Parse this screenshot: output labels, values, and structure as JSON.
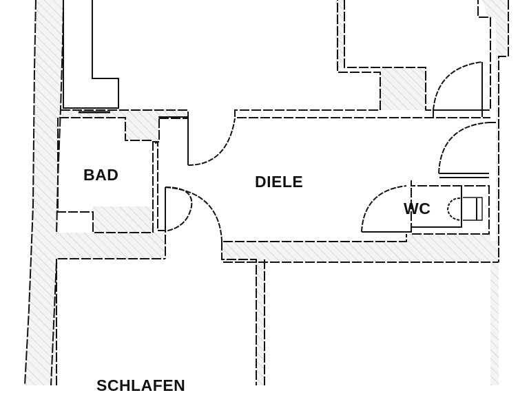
{
  "floorplan": {
    "rooms": [
      {
        "id": "bad",
        "label": "BAD"
      },
      {
        "id": "diele",
        "label": "DIELE"
      },
      {
        "id": "wc",
        "label": "WC"
      },
      {
        "id": "schlafen",
        "label": "SCHLAFEN"
      }
    ],
    "colors": {
      "line": "#111111",
      "hatch": "#c8c8c8",
      "wall_fill": "#f2f2f2",
      "background": "#ffffff"
    }
  }
}
